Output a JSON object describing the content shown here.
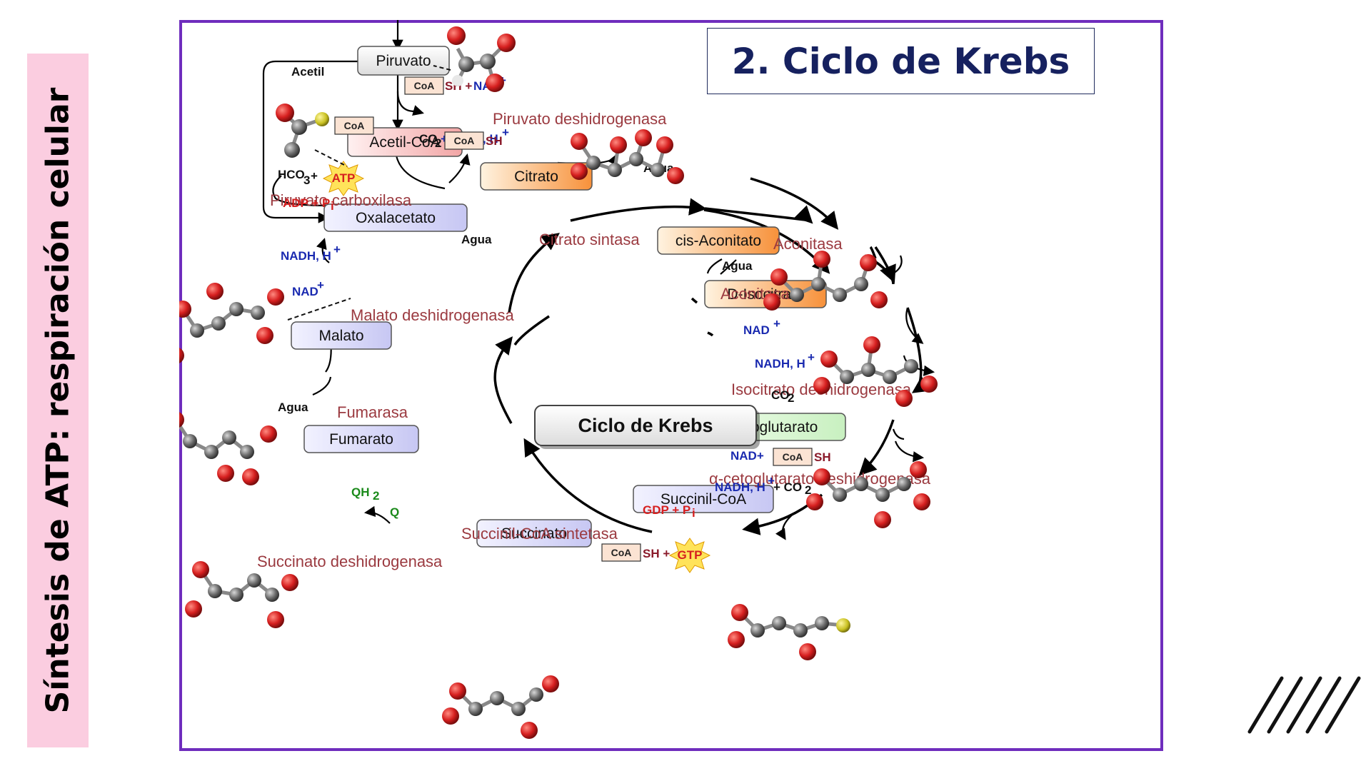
{
  "sidebar": {
    "title": "Síntesis de ATP: respiración celular",
    "color": "#fbcde0"
  },
  "slide": {
    "title": "2. Ciclo de Krebs",
    "frame_color": "#6f2dbd",
    "title_color": "#16215f"
  },
  "diagram": {
    "center_label": "Ciclo de Krebs",
    "nodes": {
      "piruvato": "Piruvato",
      "acetil_coa": "Acetil-CoA",
      "citrato": "Citrato",
      "cis_aconitato": "cis-Aconitato",
      "d_isocitrato": "D-Isocitrato",
      "alfa_cetoglutarato": "α-cetoglutarato",
      "succinil_coa": "Succinil-CoA",
      "succinato": "Succinato",
      "fumarato": "Fumarato",
      "malato": "Malato",
      "oxalacetato": "Oxalacetato"
    },
    "enzymes": {
      "piruvato_deshidrogenasa": "Piruvato deshidrogenasa",
      "piruvato_carboxilasa": "Piruvato carboxilasa",
      "citrato_sintasa": "Citrato sintasa",
      "aconitasa_1": "Aconitasa",
      "aconitasa_2": "Aconitasa",
      "isocitrato_deshidrogenasa": "Isocitrato deshidrogenasa",
      "alfa_cetoglutarato_deshidrogenasa": "α-cetoglutarato deshidrogenasa",
      "succinil_coa_sintetasa": "Succinil-CoA sintetasa",
      "succinato_deshidrogenasa": "Succinato deshidrogenasa",
      "fumarasa": "Fumarasa",
      "malato_deshidrogenasa": "Malato deshidrogenasa"
    },
    "cofactors": {
      "acetil": "Acetil",
      "coa": "CoA",
      "sh": "SH",
      "sh_plus": "SH +",
      "nad": "NAD",
      "nad_plus": "NAD+",
      "sup_plus": "+",
      "plus": "+",
      "co2": "CO",
      "sub_2": "2",
      "co2_plus_nadh": "+NADH, H",
      "nadh_h": "NADH, H",
      "nadh_h_co2": "+ CO",
      "hco3": "HCO",
      "sub_3": "3",
      "atp": "ATP",
      "adp_pi": "ADP + P",
      "sub_i": "i",
      "agua": "Agua",
      "gdp_pi": "GDP + P",
      "gtp": "GTP",
      "qh2": "QH",
      "q": "Q",
      "s": "S"
    }
  }
}
